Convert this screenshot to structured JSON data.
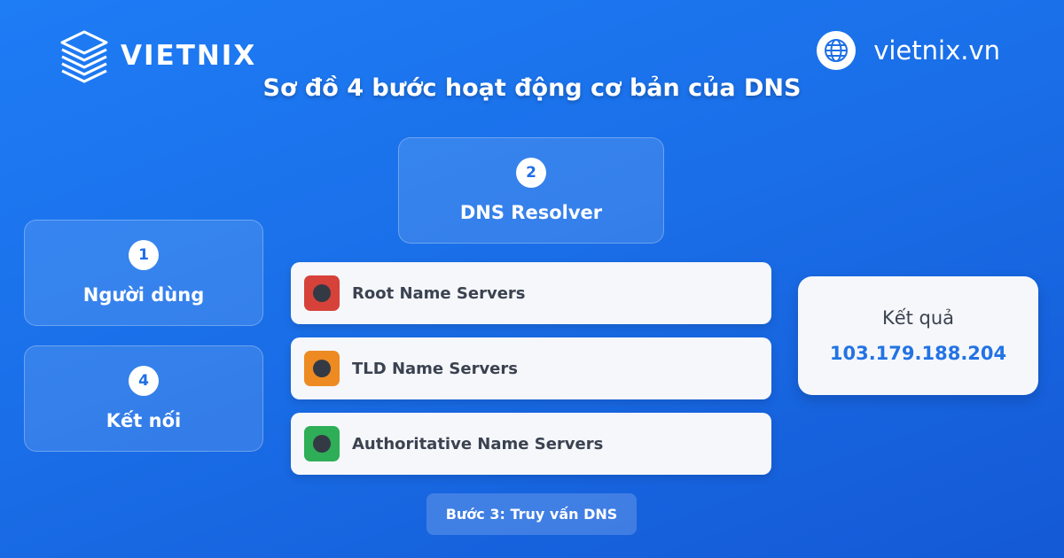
{
  "brand": {
    "name": "VIETNIX",
    "logo_icon": "stacked-layers-icon"
  },
  "website": {
    "text": "vietnix.vn",
    "icon": "globe-icon"
  },
  "title": "Sơ đồ 4 bước hoạt động cơ bản của DNS",
  "steps": {
    "user": {
      "number": "1",
      "label": "Người dùng"
    },
    "resolver": {
      "number": "2",
      "label": "DNS Resolver"
    },
    "connect": {
      "number": "4",
      "label": "Kết nối"
    }
  },
  "servers": [
    {
      "label": "Root Name Servers",
      "color": "#d6423a"
    },
    {
      "label": "TLD Name Servers",
      "color": "#ee8a22"
    },
    {
      "label": "Authoritative Name Servers",
      "color": "#2eae57"
    }
  ],
  "result": {
    "title": "Kết quả",
    "ip": "103.179.188.204"
  },
  "step3_label": "Bước 3: Truy vấn DNS",
  "colors": {
    "background": "#1a6fe8",
    "accent": "#2373e4"
  }
}
